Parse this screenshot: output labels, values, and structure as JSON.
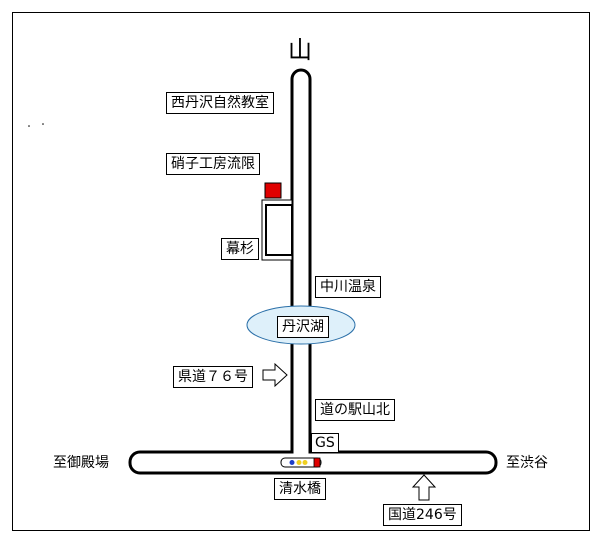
{
  "map": {
    "north_label": "山",
    "places": {
      "nishitanzawa": "西丹沢自然教室",
      "glass_workshop": "硝子工房流限",
      "makusugi": "幕杉",
      "nakagawa_onsen": "中川温泉",
      "tanzawa_lake": "丹沢湖",
      "route76": "県道７６号",
      "michinoeki": "道の駅山北",
      "gas_station": "GS",
      "shimizubashi": "清水橋",
      "route246": "国道246号"
    },
    "directions": {
      "west": "至御殿場",
      "east": "至渋谷"
    }
  },
  "colors": {
    "road_outline": "#000000",
    "road_fill": "#ffffff",
    "lake_fill": "#def0fa",
    "lake_outline": "#2a6fa8",
    "marker_red": "#e00000",
    "marker_blue": "#1f3fc8",
    "marker_yellow": "#f0d020"
  }
}
